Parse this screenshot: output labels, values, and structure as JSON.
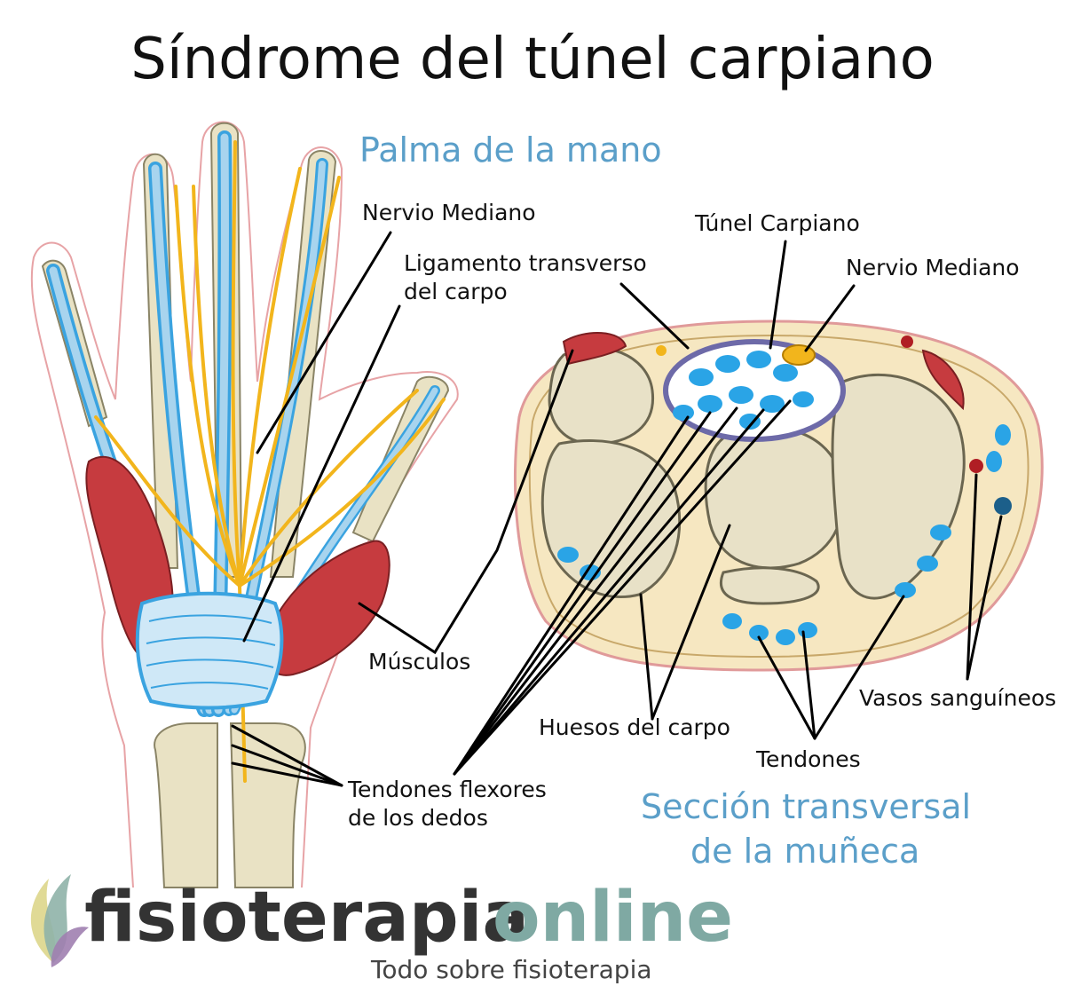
{
  "title": "Síndrome del túnel carpiano",
  "hand": {
    "caption": "Palma de la mano",
    "labels": {
      "nervio_mediano": "Nervio Mediano",
      "ligamento_line1": "Ligamento transverso",
      "ligamento_line2": "del carpo",
      "musculos": "Músculos",
      "tendones_line1": "Tendones flexores",
      "tendones_line2": "de los dedos"
    }
  },
  "section": {
    "caption_line1": "Sección transversal",
    "caption_line2": "de la muñeca",
    "labels": {
      "tunel": "Túnel Carpiano",
      "nervio_mediano": "Nervio Mediano",
      "huesos": "Huesos del carpo",
      "tendones": "Tendones",
      "vasos": "Vasos sanguíneos"
    }
  },
  "logo": {
    "part1": "fisioterapia",
    "part2": "online",
    "tagline": "Todo sobre fisioterapia"
  },
  "colors": {
    "tendon": "#a8d4ee",
    "tendon_edge": "#3aa3e0",
    "nerve": "#f2b51c",
    "muscle": "#c63b3f",
    "bone": "#e9e2c4",
    "skin": "#f6e7c1",
    "caption_blue": "#5b9fc9",
    "logo_teal": "#7fa9a3"
  }
}
